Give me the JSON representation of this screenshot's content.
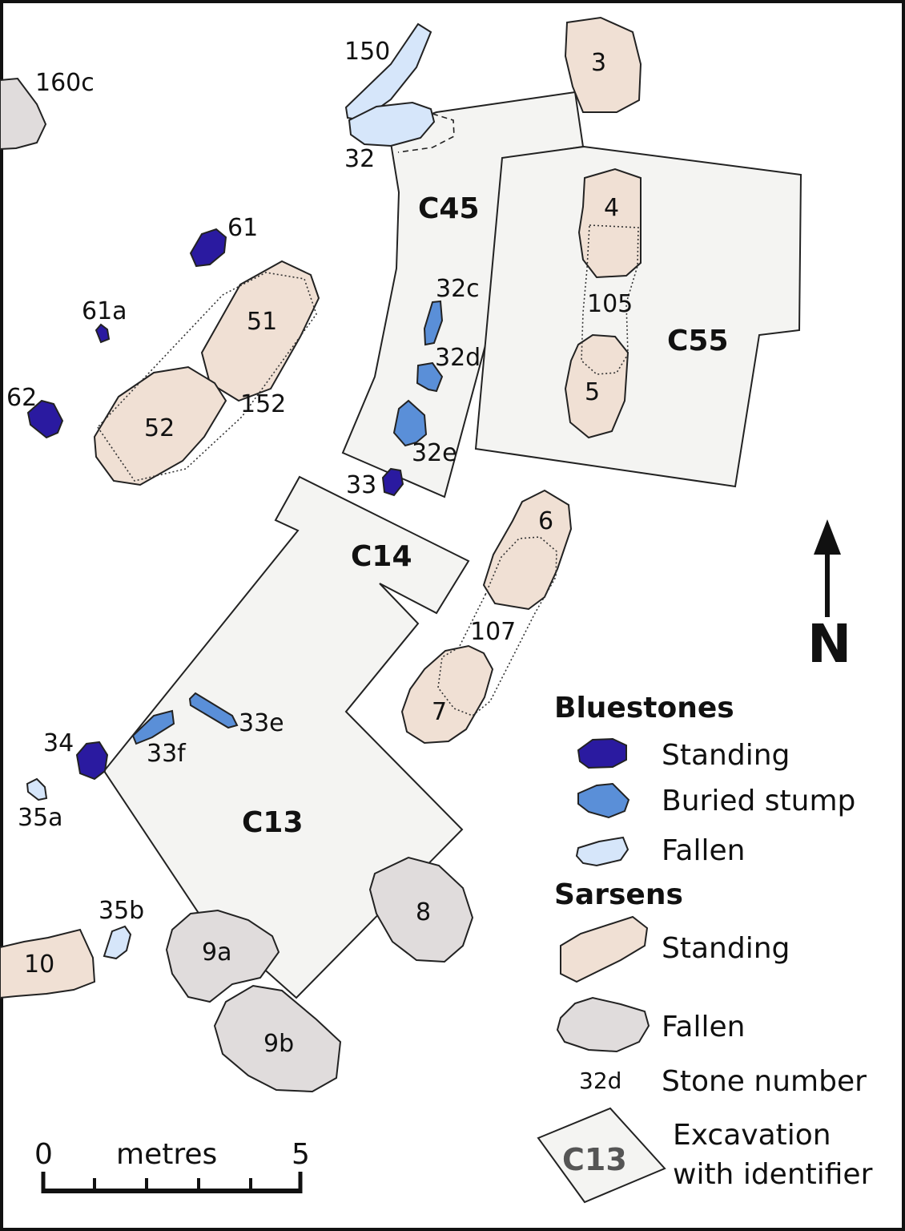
{
  "colors": {
    "bluestone_standing": "#2a1aa0",
    "bluestone_buried_stump": "#5a8fd8",
    "bluestone_fallen": "#d6e6fa",
    "sarsen_standing": "#f0e0d4",
    "sarsen_fallen": "#e0dcdc",
    "trench_fill": "#f4f4f2",
    "outline": "#222222"
  },
  "trenches": {
    "c45": "C45",
    "c55": "C55",
    "c14": "C14",
    "c13": "C13"
  },
  "stones": {
    "s160c": "160c",
    "s150": "150",
    "s3": "3",
    "s32": "32",
    "s61": "61",
    "s61a": "61a",
    "s62": "62",
    "s51": "51",
    "s52": "52",
    "s152": "152",
    "s32c": "32c",
    "s32d": "32d",
    "s32e": "32e",
    "s33": "33",
    "s4": "4",
    "s105": "105",
    "s5": "5",
    "s6": "6",
    "s107": "107",
    "s7": "7",
    "s33e": "33e",
    "s33f": "33f",
    "s34": "34",
    "s35a": "35a",
    "s35b": "35b",
    "s10": "10",
    "s9a": "9a",
    "s9b": "9b",
    "s8": "8"
  },
  "north_label": "N",
  "legend": {
    "bluestones_heading": "Bluestones",
    "bluestone_items": [
      "Standing",
      "Buried stump",
      "Fallen"
    ],
    "sarsens_heading": "Sarsens",
    "sarsen_items": [
      "Standing",
      "Fallen"
    ],
    "stone_number_sample": "32d",
    "stone_number_label": "Stone number",
    "excavation_sample": "C13",
    "excavation_label_line1": "Excavation",
    "excavation_label_line2": "with identifier"
  },
  "scale_bar": {
    "start_label": "0",
    "unit_label": "metres",
    "end_label": "5"
  }
}
